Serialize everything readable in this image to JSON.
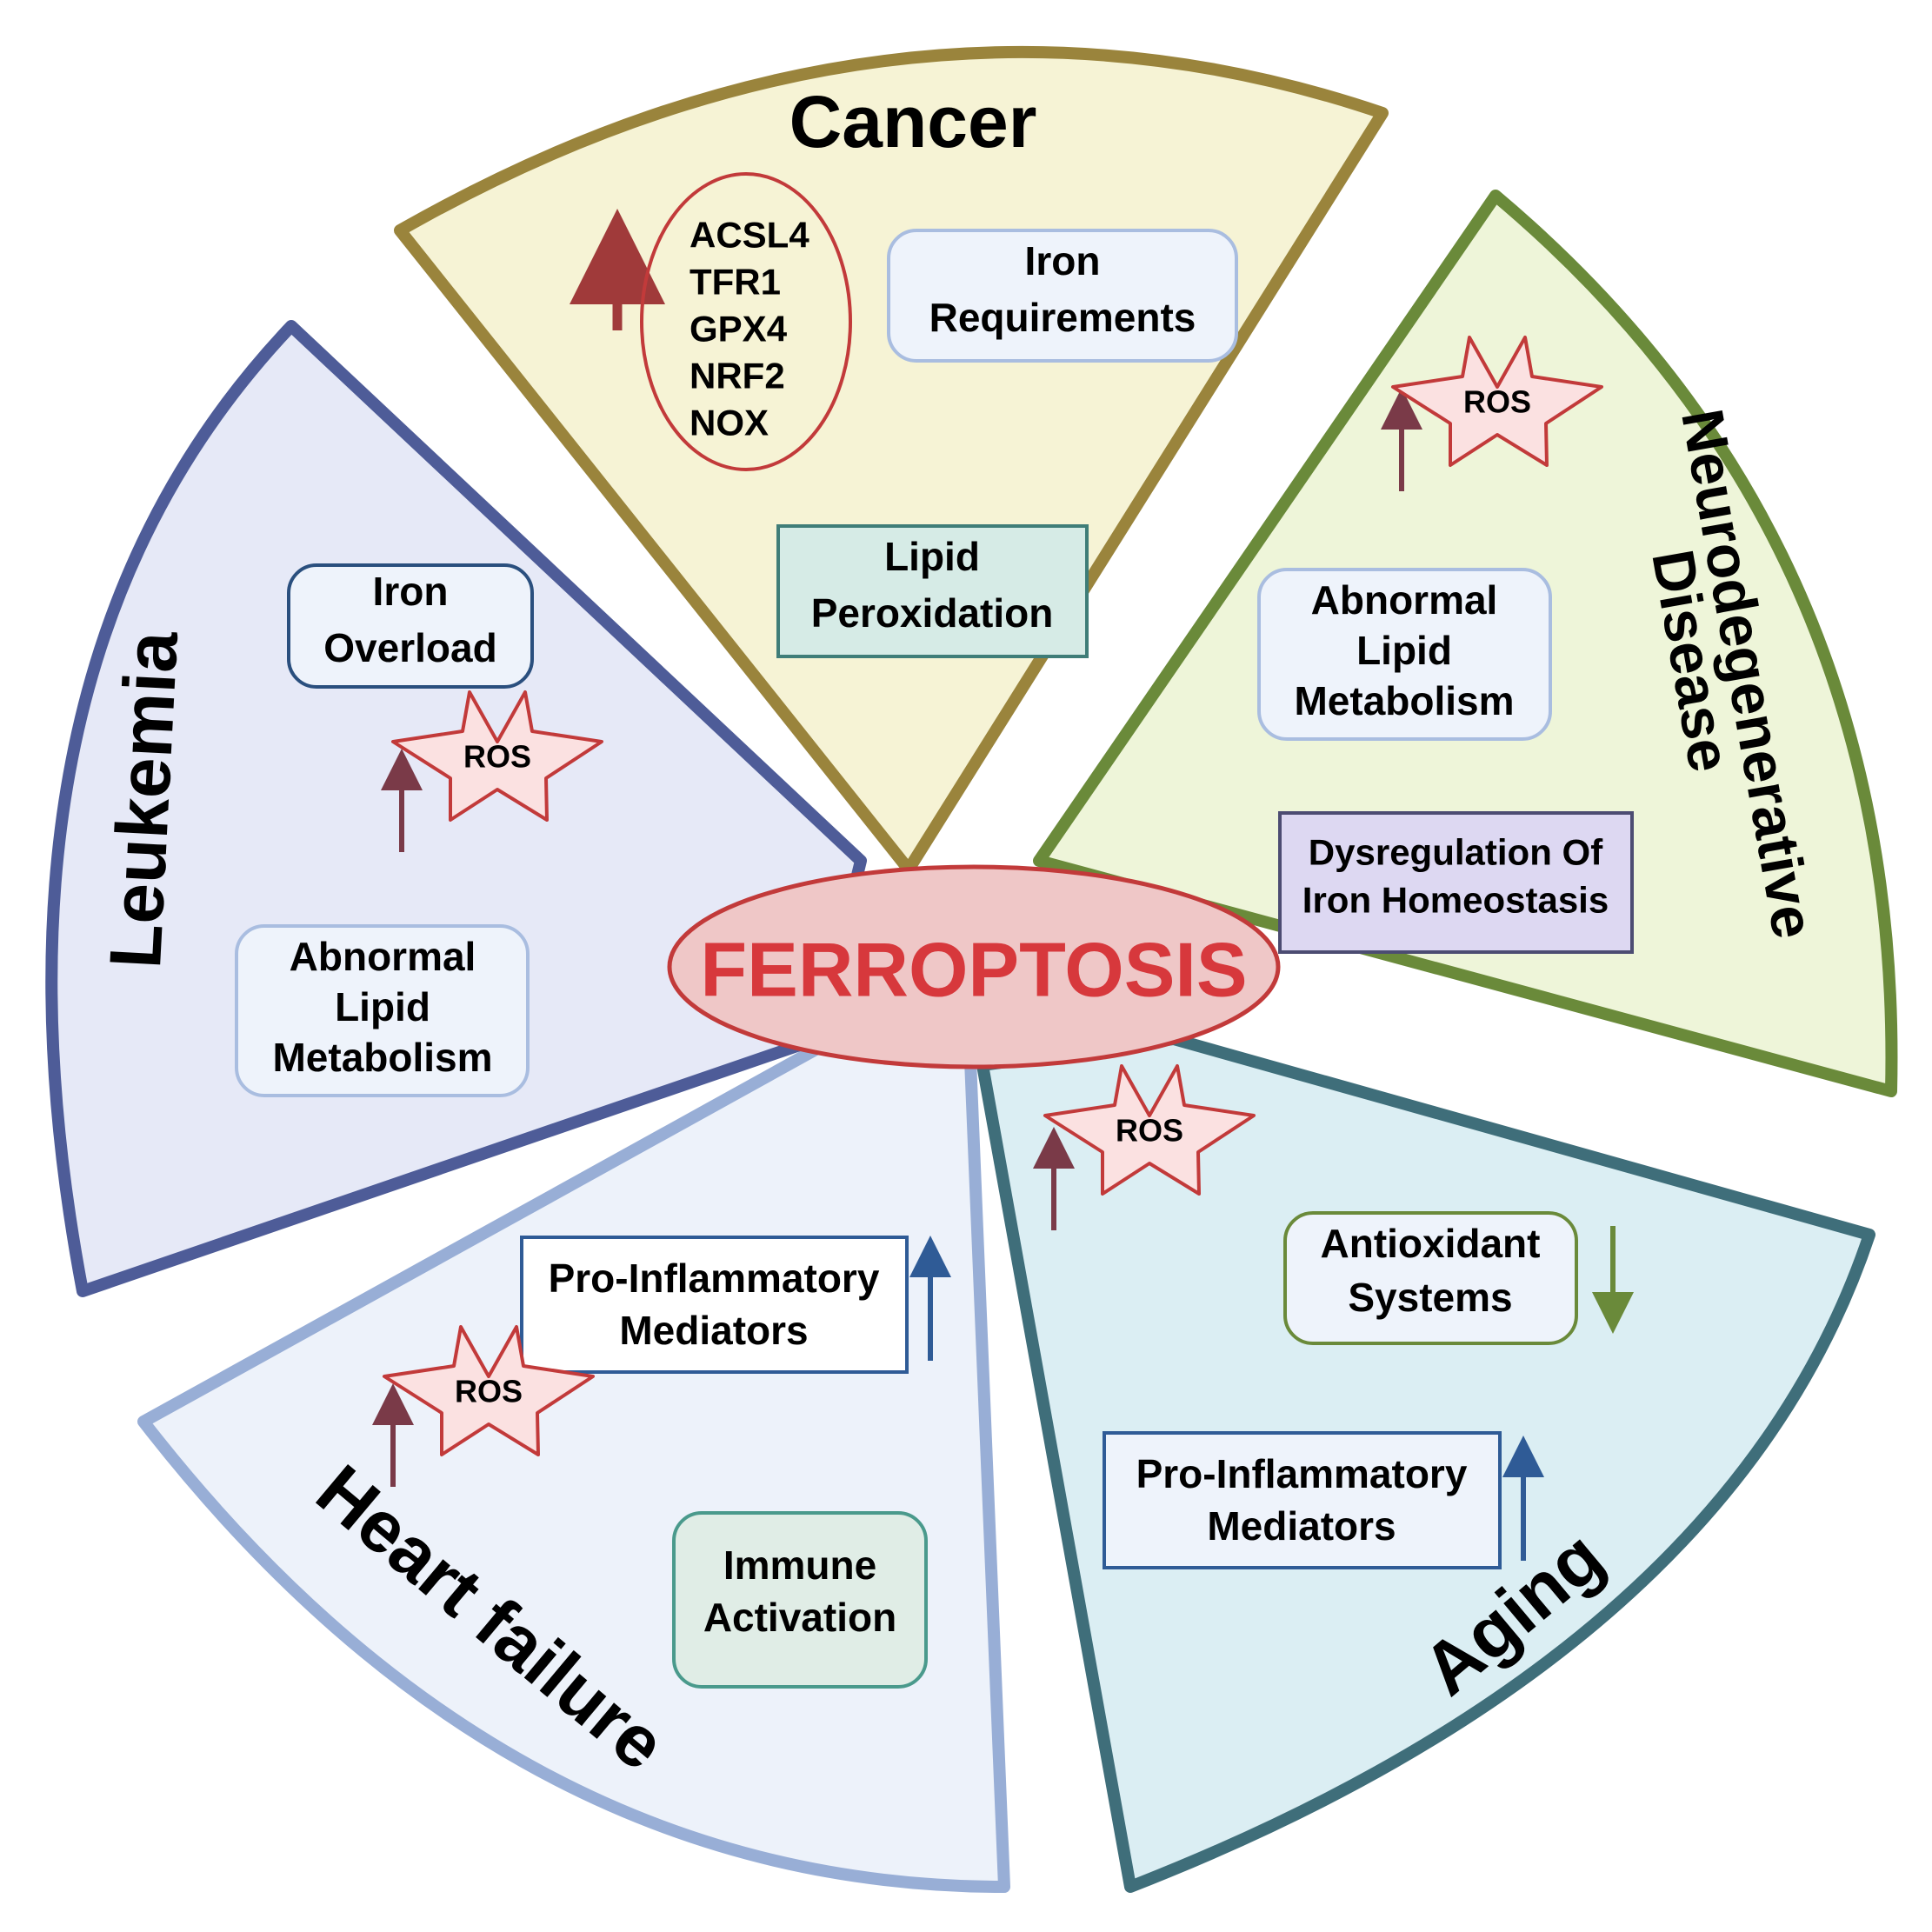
{
  "center": {
    "label": "FERROPTOSIS"
  },
  "cancer": {
    "title": "Cancer",
    "genes": [
      "ACSL4",
      "TFR1",
      "GPX4",
      "NRF2",
      "NOX"
    ],
    "iron_box": {
      "line1": "Iron",
      "line2": "Requirements"
    },
    "lipid_box": {
      "line1": "Lipid",
      "line2": "Peroxidation"
    }
  },
  "neuro": {
    "title_line1": "Neurodegenerative",
    "title_line2": "Disease",
    "ros": "ROS",
    "lipid_box": {
      "line1": "Abnormal",
      "line2": "Lipid",
      "line3": "Metabolism"
    },
    "iron_box": {
      "line1": "Dysregulation Of",
      "line2": "Iron Homeostasis"
    }
  },
  "aging": {
    "title": "Aging",
    "ros": "ROS",
    "antioxidant_box": {
      "line1": "Antioxidant",
      "line2": "Systems"
    },
    "mediator_box": {
      "line1": "Pro-Inflammatory",
      "line2": "Mediators"
    }
  },
  "heart": {
    "title": "Heart failure",
    "ros": "ROS",
    "mediator_box": {
      "line1": "Pro-Inflammatory",
      "line2": "Mediators"
    },
    "immune_box": {
      "line1": "Immune",
      "line2": "Activation"
    }
  },
  "leukemia": {
    "title": "Leukemia",
    "ros": "ROS",
    "iron_box": {
      "line1": "Iron",
      "line2": "Overload"
    },
    "lipid_box": {
      "line1": "Abnormal",
      "line2": "Lipid",
      "line3": "Metabolism"
    }
  },
  "colors": {
    "cancer_fill": "#f6f3d5",
    "cancer_stroke": "#9a843c",
    "neuro_fill": "#eef5d9",
    "neuro_stroke": "#6a8a3a",
    "aging_fill": "#dbeef3",
    "aging_stroke": "#3f6e7a",
    "heart_fill": "#edf2fa",
    "heart_stroke": "#98aed6",
    "leukemia_fill": "#e6e9f7",
    "leukemia_stroke": "#4e5c98",
    "center_fill": "#efc7c7",
    "center_stroke": "#c23a3a",
    "center_text": "#d7383c",
    "arrow_up_red": "#a03a3a",
    "arrow_up_maroon": "#7a3a48",
    "arrow_up_blue": "#2f5b96",
    "arrow_down_green": "#6a8a3a"
  }
}
